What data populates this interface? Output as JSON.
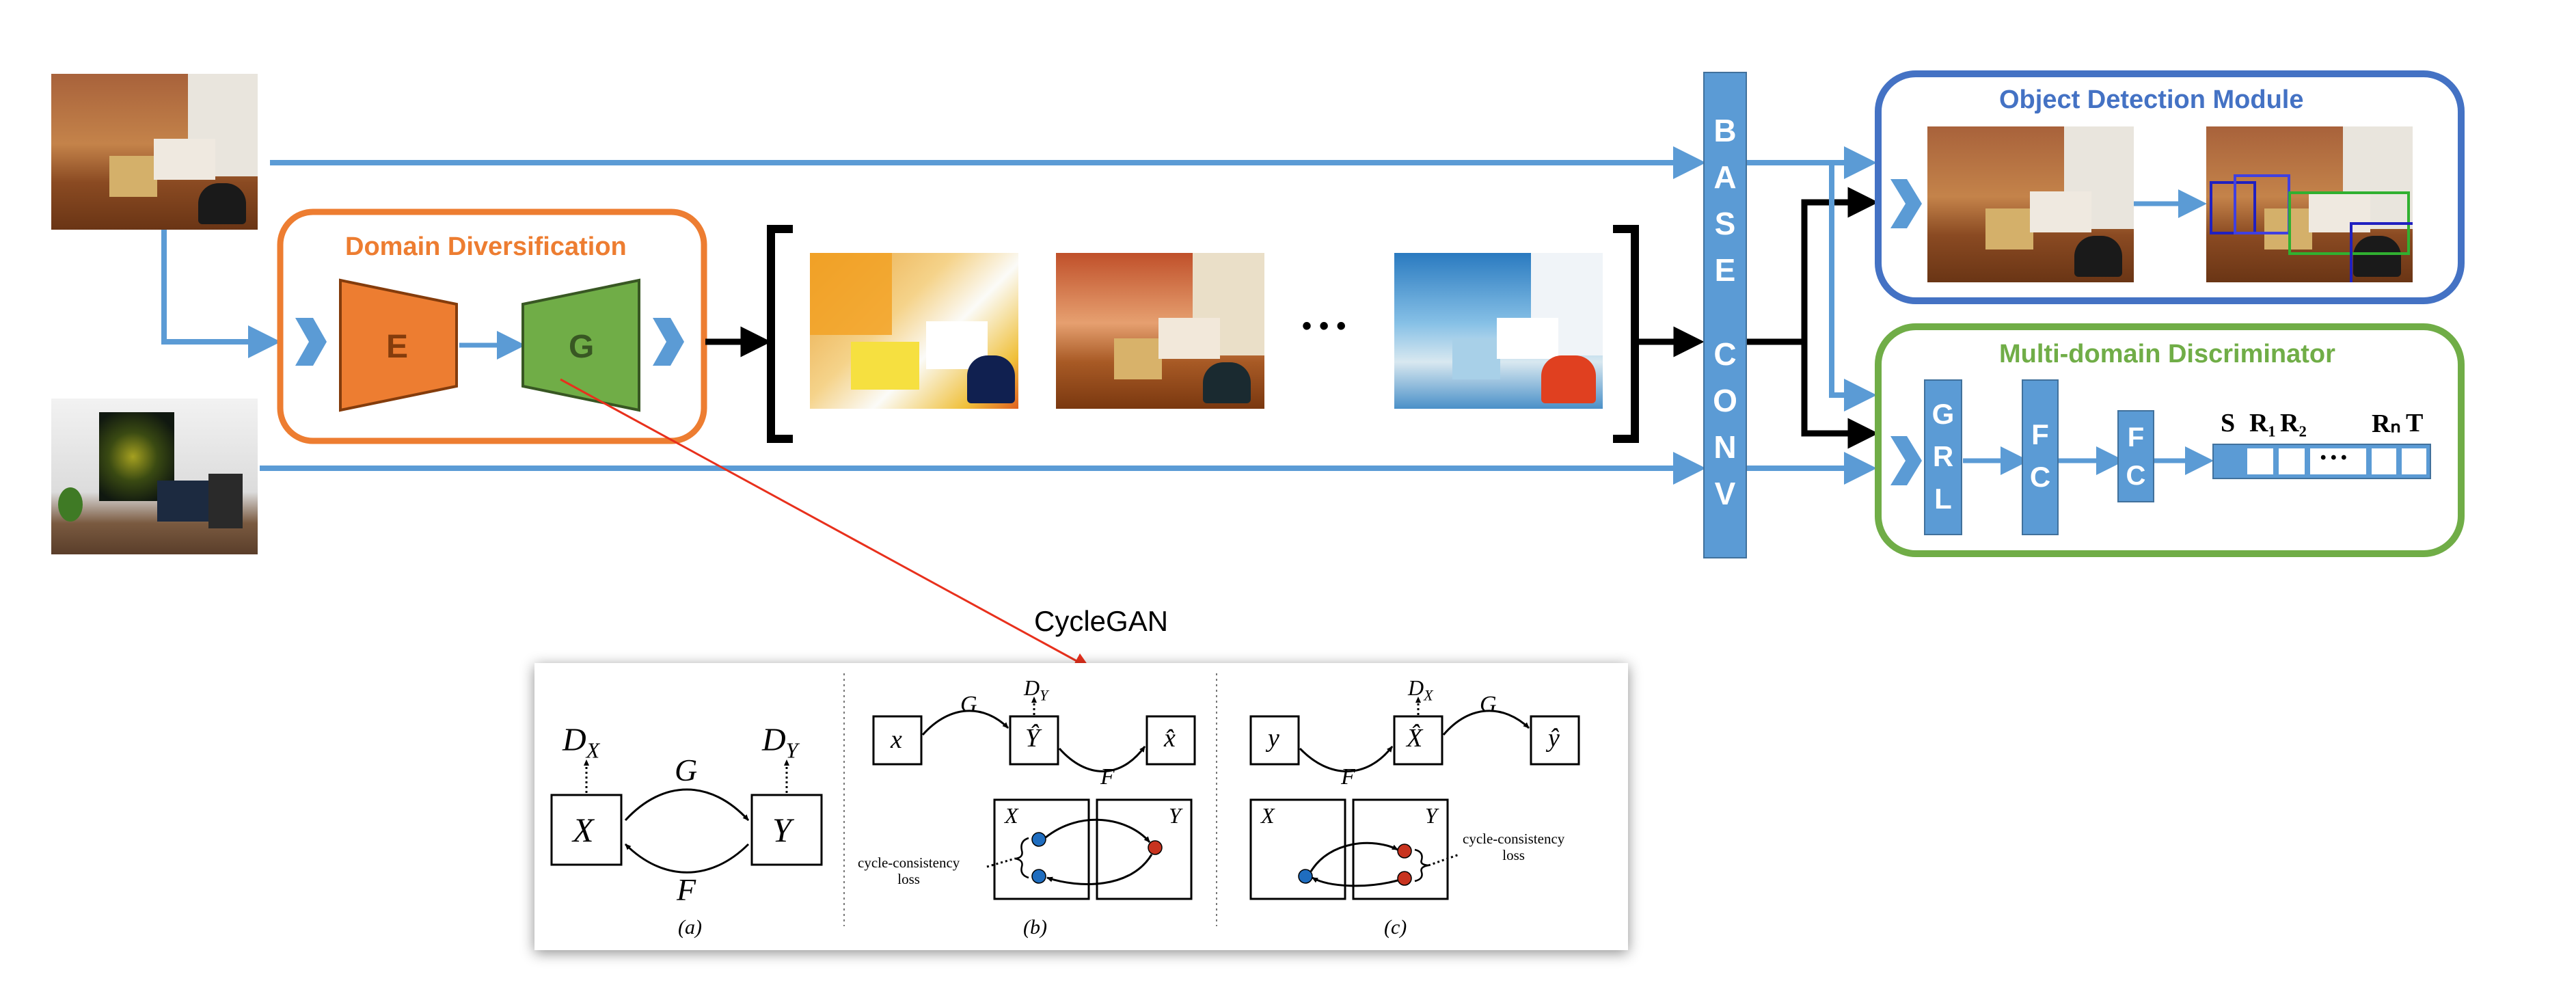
{
  "modules": {
    "domain_diversification": "Domain Diversification",
    "object_detection": "Object Detection Module",
    "discriminator": "Multi-domain Discriminator"
  },
  "blocks": {
    "encoder": "E",
    "generator": "G",
    "base_conv_top": [
      "B",
      "A",
      "S",
      "E"
    ],
    "base_conv_bottom": [
      "C",
      "O",
      "N",
      "V"
    ],
    "grl": [
      "G",
      "R",
      "L"
    ],
    "fc1": [
      "F",
      "C"
    ],
    "fc2": [
      "F",
      "C"
    ],
    "ellipsis": "• • •"
  },
  "domain_vector": {
    "labels": [
      "S",
      "R₁",
      "R₂",
      "Rₙ",
      "T"
    ],
    "dots": "• • •"
  },
  "cyclegan": {
    "title": "CycleGAN",
    "panel_a": {
      "dx": "D",
      "dx_sub": "X",
      "dy": "D",
      "dy_sub": "Y",
      "X": "X",
      "Y": "Y",
      "G": "G",
      "F": "F",
      "caption": "(a)"
    },
    "panel_b": {
      "x": "x",
      "yhat": "Ŷ",
      "xhat": "x̂",
      "G": "G",
      "F": "F",
      "dy": "D",
      "dy_sub": "Y",
      "X": "X",
      "Y": "Y",
      "loss": [
        "cycle-consistency",
        "loss"
      ],
      "caption": "(b)"
    },
    "panel_c": {
      "y": "y",
      "xhat": "X̂",
      "yhat": "ŷ",
      "G": "G",
      "F": "F",
      "dx": "D",
      "dx_sub": "X",
      "X": "X",
      "Y": "Y",
      "loss": [
        "cycle-consistency",
        "loss"
      ],
      "caption": "(c)"
    }
  },
  "colors": {
    "arrow_blue": "#5b9bd5",
    "orange": "#ed7d31",
    "green": "#70ad47",
    "blue": "#4472c4",
    "red_link": "#e8301c"
  }
}
